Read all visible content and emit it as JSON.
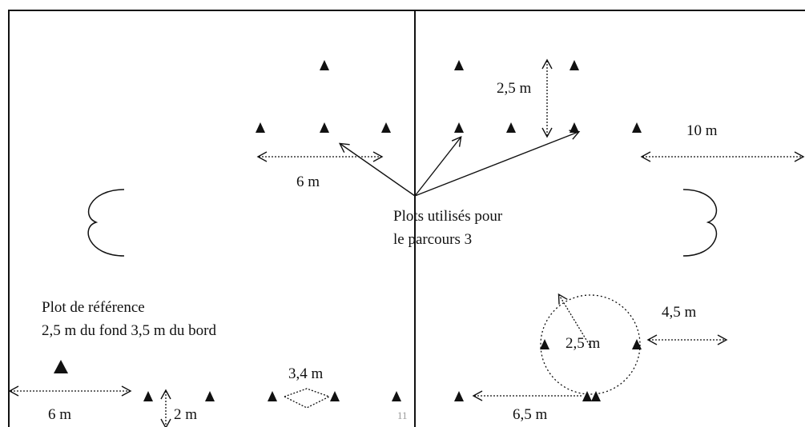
{
  "labels": {
    "dist_6m_top": "6 m",
    "dist_2_5m_top": "2,5 m",
    "dist_10m": "10 m",
    "plots_line1": "Plots utilisés pour",
    "plots_line2": "le parcours 3",
    "ref_line1": "Plot de référence",
    "ref_line2": "2,5 m du fond 3,5 m du bord",
    "dist_4_5m": "4,5 m",
    "dist_2_5m_circle": "2,5 m",
    "dist_3_4m": "3,4 m",
    "dist_6m_bottom": "6 m",
    "dist_2m": "2 m",
    "dist_6_5m": "6,5 m",
    "page_number": "11"
  },
  "icons": {
    "cone": "cone-icon",
    "reference_cone": "reference-cone-icon",
    "basket": "basket-hoop-icon"
  },
  "colors": {
    "line": "#111111",
    "background": "#ffffff"
  }
}
